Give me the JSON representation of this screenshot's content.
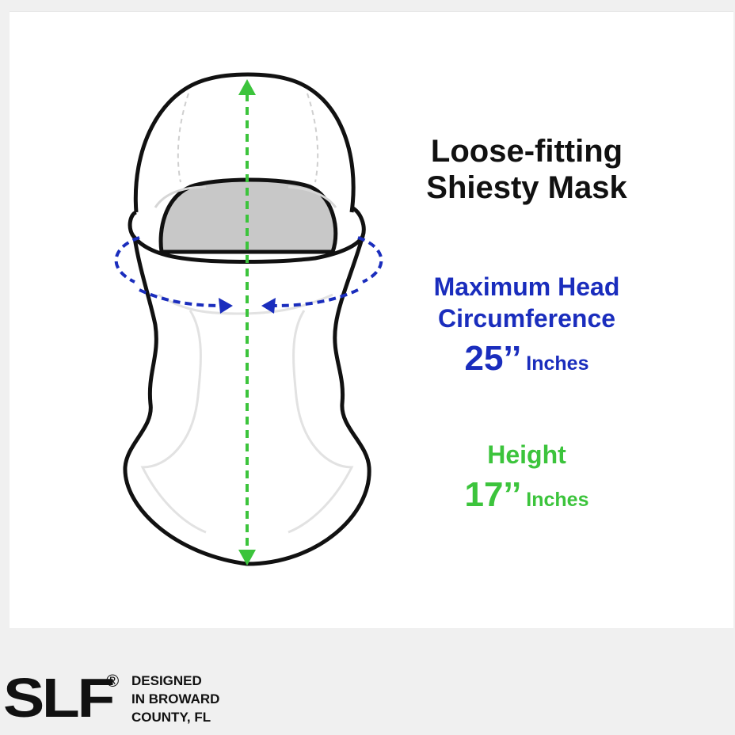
{
  "colors": {
    "background": "#f0f0f0",
    "panel": "#ffffff",
    "outline": "#111111",
    "face_opening": "#c8c8c8",
    "circumference_blue": "#1a2dbd",
    "height_green": "#3cc43c",
    "text_dark": "#111111"
  },
  "title": {
    "line1": "Loose-fitting",
    "line2": "Shiesty Mask"
  },
  "circumference": {
    "label_line1": "Maximum Head",
    "label_line2": "Circumference",
    "value": "25’’",
    "unit": "Inches"
  },
  "height": {
    "label": "Height",
    "value": "17’’",
    "unit": "Inches"
  },
  "brand": {
    "logo": "SLF",
    "registered": "®",
    "tagline_line1": "DESIGNED",
    "tagline_line2": "IN BROWARD",
    "tagline_line3": "COUNTY, FL"
  },
  "icons": {
    "mask": "balaclava-outline",
    "height_arrow": "double-headed-vertical-arrow",
    "circumference_arrow": "curved-inward-arrows"
  }
}
